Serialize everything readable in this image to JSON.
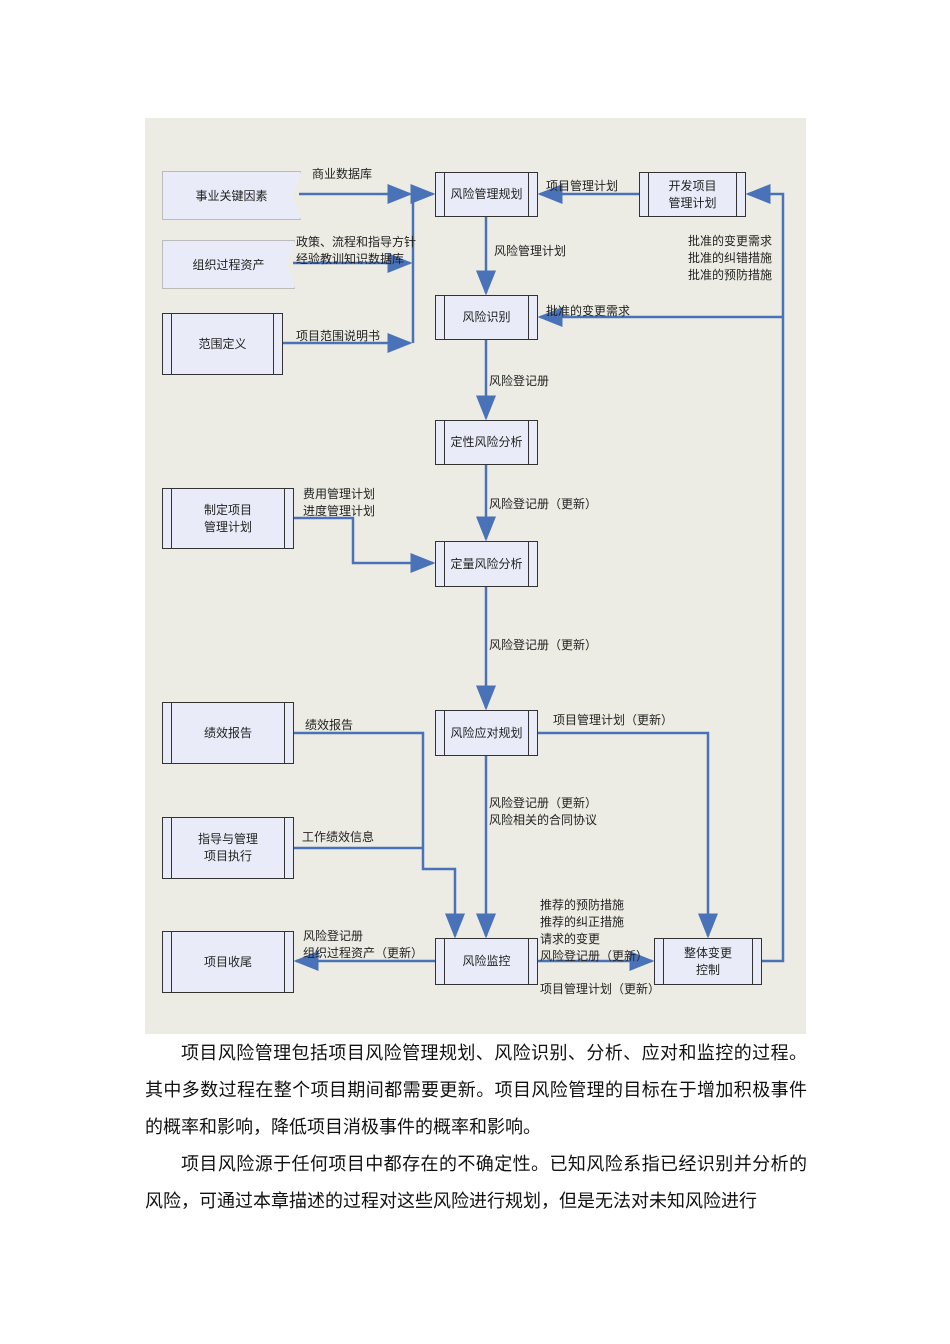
{
  "diagram": {
    "nodes": {
      "enterprise_factors": "事业关键因素",
      "org_assets": "组织过程资产",
      "scope_def": "范围定义",
      "risk_plan": "风险管理规划",
      "dev_pm_plan_1": "开发项目",
      "dev_pm_plan_2": "管理计划",
      "risk_identify": "风险识别",
      "qual_analysis": "定性风险分析",
      "make_pm_plan_1": "制定项目",
      "make_pm_plan_2": "管理计划",
      "quant_analysis": "定量风险分析",
      "perf_report": "绩效报告",
      "risk_response": "风险应对规划",
      "direct_exec_1": "指导与管理",
      "direct_exec_2": "项目执行",
      "project_close": "项目收尾",
      "risk_monitor": "风险监控",
      "change_control_1": "整体变更",
      "change_control_2": "控制"
    },
    "labels": {
      "commercial_db": "商业数据库",
      "policies": "政策、流程和指导方针",
      "lessons": "经验教训知识数据库",
      "scope_statement": "项目范围说明书",
      "pm_plan": "项目管理计划",
      "risk_mgmt_plan": "风险管理计划",
      "approved_1": "批准的变更需求",
      "approved_2": "批准的纠错措施",
      "approved_3": "批准的预防措施",
      "approved_change": "批准的变更需求",
      "risk_register": "风险登记册",
      "risk_register_upd_1": "风险登记册（更新）",
      "cost_plan": "费用管理计划",
      "schedule_plan": "进度管理计划",
      "risk_register_upd_2": "风险登记册（更新）",
      "perf_report": "绩效报告",
      "pm_plan_upd": "项目管理计划（更新）",
      "risk_register_upd_3": "风险登记册（更新）",
      "risk_contracts": "风险相关的合同协议",
      "work_perf": "工作绩效信息",
      "close_1": "风险登记册",
      "close_2": "组织过程资产（更新）",
      "rec_preventive": "推荐的预防措施",
      "rec_corrective": "推荐的纠正措施",
      "requested_change": "请求的变更",
      "risk_register_upd_4": "风险登记册（更新）",
      "pm_plan_upd_2": "项目管理计划（更新）"
    }
  },
  "paragraphs": [
    "项目风险管理包括项目风险管理规划、风险识别、分析、应对和监控的过程。其中多数过程在整个项目期间都需要更新。项目风险管理的目标在于增加积极事件的概率和影响，降低项目消极事件的概率和影响。",
    "项目风险源于任何项目中都存在的不确定性。已知风险系指已经识别并分析的风险，可通过本章描述的过程对这些风险进行规划，但是无法对未知风险进行"
  ],
  "colors": {
    "arrow": "#4a72b8",
    "box": "#e9ecf8",
    "background": "#ecece4"
  }
}
